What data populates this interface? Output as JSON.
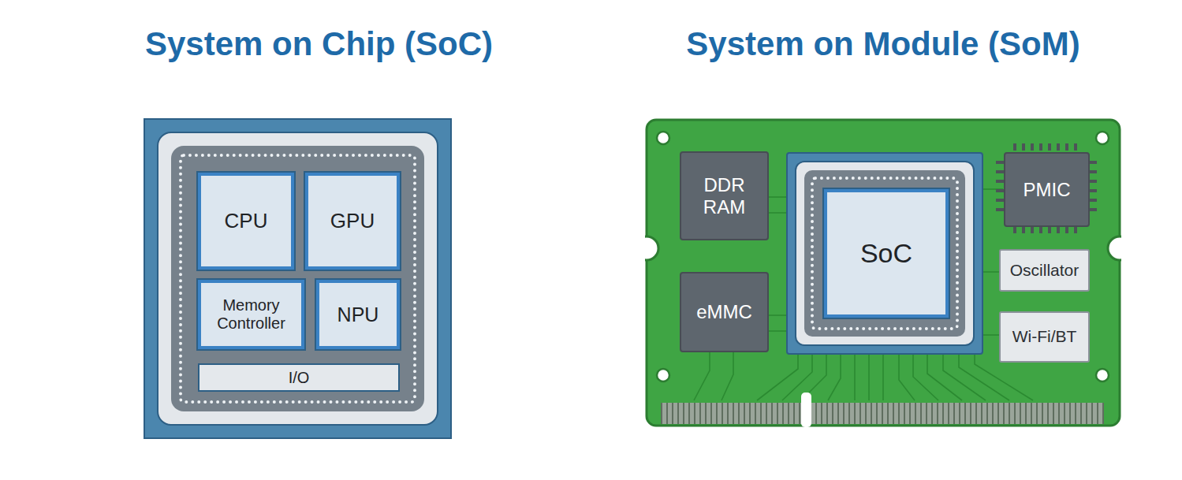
{
  "diagram": {
    "nodes": [
      {
        "text": [
          "System on Chip (SoC)"
        ]
      },
      {
        "text": [
          "CPU"
        ],
        "in": 0
      },
      {
        "text": [
          "GPU"
        ],
        "in": 0
      },
      {
        "text": [
          "Memory Controller"
        ],
        "in": 0
      },
      {
        "text": [
          "NPU"
        ],
        "in": 0
      },
      {
        "text": [
          "I/O"
        ],
        "in": 0
      },
      {
        "text": [
          "System on Module (SoM)"
        ]
      },
      {
        "text": [
          "DDR RAM"
        ],
        "in": 6
      },
      {
        "text": [
          "SoC"
        ],
        "in": 6
      },
      {
        "text": [
          "PMIC"
        ],
        "in": 6
      },
      {
        "text": [
          "eMMC"
        ],
        "in": 6
      },
      {
        "text": [
          "Oscillator"
        ],
        "in": 6
      },
      {
        "text": [
          "Wi-Fi/BT"
        ],
        "in": 6
      }
    ]
  }
}
